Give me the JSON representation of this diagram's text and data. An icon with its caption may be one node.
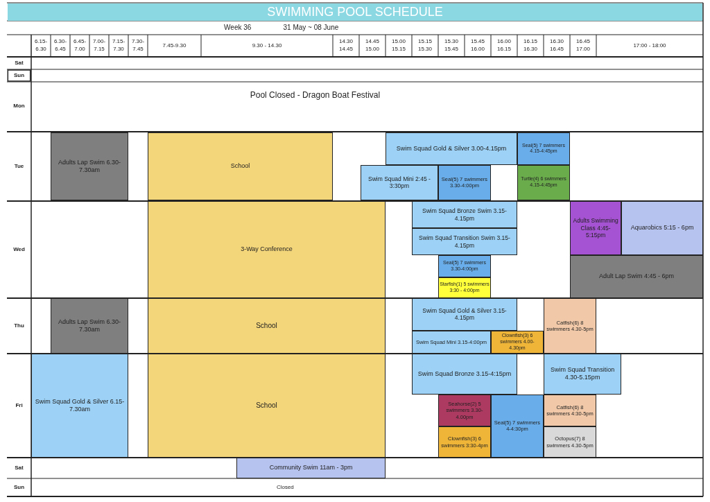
{
  "diagram": {
    "title": "SWIMMING POOL SCHEDULE",
    "nodes": [
      {
        "text": [
          "Adults Lap Swim 6.30-7.30am"
        ]
      },
      {
        "text": [
          "School"
        ]
      },
      {
        "text": [
          "Swim Squad Gold & Silver 3.00-4.15pm"
        ]
      },
      {
        "text": [
          "Seal(5) 7 swimmers 4.15-4:45pm"
        ]
      },
      {
        "text": [
          "Swim Squad Mini 2:45 - 3:30pm"
        ]
      },
      {
        "text": [
          "Seal(5) 7 swimmers 3.30-4:00pm"
        ]
      },
      {
        "text": [
          "Turtle(4) 6 swimmers 4.15-4:45pm"
        ]
      },
      {
        "text": [
          "Swim Squad Bronze Swim 3.15-4.15pm"
        ]
      },
      {
        "text": [
          "Adults Swimming Class 4:45-5:15pm"
        ]
      },
      {
        "text": [
          "Aquarobics 5:15 - 6pm"
        ]
      },
      {
        "text": [
          "Swim Squad Transition Swim 3.15-4.15pm"
        ]
      },
      {
        "text": [
          "3-Way Conference"
        ]
      },
      {
        "text": [
          "Seal(5) 7 swimmers 3.30-4:00pm"
        ]
      },
      {
        "text": [
          "Starfish(1) 5 swimmers 3:30 - 4:00pm"
        ]
      },
      {
        "text": [
          "Adult Lap Swim 4:45 - 6pm"
        ]
      },
      {
        "text": [
          "Swim Squad Gold & Silver 3.15-4.15pm"
        ]
      },
      {
        "text": [
          "Catfish(6) 8 swimmers 4.30-5pm"
        ]
      },
      {
        "text": [
          "Adults Lap Swim 6.30-7.30am"
        ]
      },
      {
        "text": [
          "School"
        ]
      },
      {
        "text": [
          "Swim Squad Mini 3.15-4:00pm"
        ]
      },
      {
        "text": [
          "Clownfish(3) 6 swimmers 4.00-4.30pm"
        ]
      },
      {
        "text": [
          "Swim Squad Bronze 3.15-4:15pm"
        ]
      },
      {
        "text": [
          "Swim Squad Transition 4.30-5.15pm"
        ]
      },
      {
        "text": [
          "Swim Squad Gold & Silver 6.15-7.30am"
        ]
      },
      {
        "text": [
          "Seahorse(2) 5 swimmers 3.30-4.00pm"
        ]
      },
      {
        "text": [
          "Seal(5) 7 swimmers 4-4:30pm"
        ]
      },
      {
        "text": [
          "Catfish(6) 8 swimmers 4:30-5pm"
        ]
      },
      {
        "text": [
          "School"
        ]
      },
      {
        "text": [
          "Clownfish(3) 6 swimmers 3:30-4pm"
        ]
      },
      {
        "text": [
          "Octopus(7) 8 swimmers 4.30-5pm"
        ]
      },
      {
        "text": [
          "Community Swim 11am - 3pm"
        ]
      }
    ],
    "labels": [
      "Week 36",
      "31 May ~ 08 June",
      "6.15- 6.30",
      "6.30- 6.45",
      "6.45- 7.00",
      "7.00- 7.15",
      "7.15- 7.30",
      "7.30- 7.45",
      "7.45-9.30",
      "9.30 - 14.30",
      "14.30 14.45",
      "14.45 15.00",
      "15.00 15.15",
      "15.15 15.30",
      "15.30 15.45",
      "15.45 16.00",
      "16.00 16.15",
      "16.15 16.30",
      "16.30 16.45",
      "16.45 17.00",
      "17:00 - 18:00",
      "Sat",
      "Sun",
      "Pool Closed - Dragon Boat Festival",
      "Mon",
      "Tue",
      "Wed",
      "Thu",
      "Fri",
      "Sat",
      "Sun",
      "Closed"
    ]
  }
}
